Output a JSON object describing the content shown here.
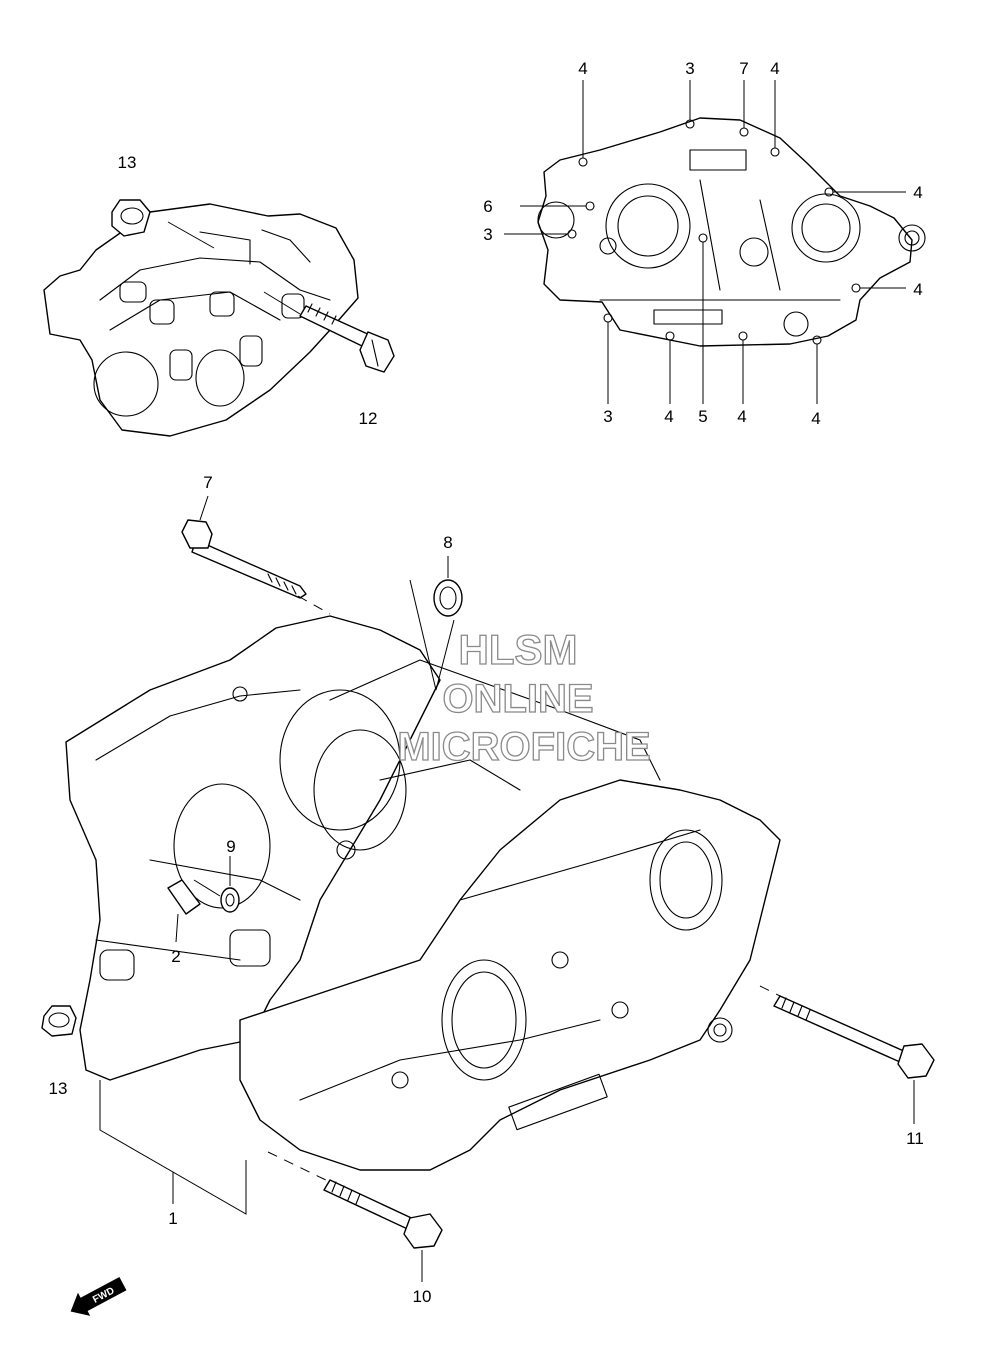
{
  "callouts": [
    {
      "id": "c13a",
      "label": "13"
    },
    {
      "id": "c12",
      "label": "12"
    },
    {
      "id": "c4a",
      "label": "4"
    },
    {
      "id": "c3a",
      "label": "3"
    },
    {
      "id": "c7a",
      "label": "7"
    },
    {
      "id": "c4b",
      "label": "4"
    },
    {
      "id": "c6",
      "label": "6"
    },
    {
      "id": "c4c",
      "label": "4"
    },
    {
      "id": "c3b",
      "label": "3"
    },
    {
      "id": "c4d",
      "label": "4"
    },
    {
      "id": "c3c",
      "label": "3"
    },
    {
      "id": "c4e",
      "label": "4"
    },
    {
      "id": "c5",
      "label": "5"
    },
    {
      "id": "c4f",
      "label": "4"
    },
    {
      "id": "c4g",
      "label": "4"
    },
    {
      "id": "c7b",
      "label": "7"
    },
    {
      "id": "c8",
      "label": "8"
    },
    {
      "id": "c9",
      "label": "9"
    },
    {
      "id": "c2",
      "label": "2"
    },
    {
      "id": "c13b",
      "label": "13"
    },
    {
      "id": "c11",
      "label": "11"
    },
    {
      "id": "c1",
      "label": "1"
    },
    {
      "id": "c10",
      "label": "10"
    }
  ],
  "watermark": {
    "line1": "HLSM",
    "line2": "ONLINE",
    "line3": "MICROFICHE",
    "color": "#8a8a8a"
  },
  "fwd_badge": {
    "label": "FWD"
  },
  "colors": {
    "line": "#000000",
    "background": "#ffffff"
  }
}
